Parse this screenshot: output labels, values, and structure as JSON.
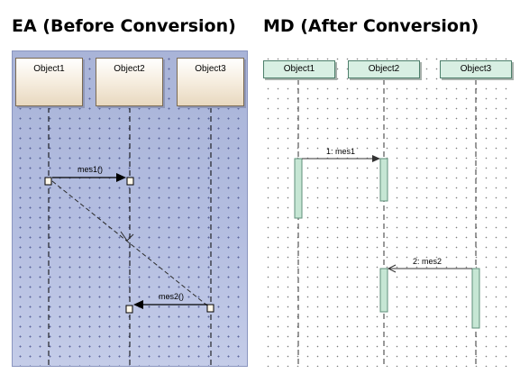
{
  "ea": {
    "heading": "EA (Before Conversion)",
    "objects": [
      "Object1",
      "Object2",
      "Object3"
    ],
    "messages": [
      "mes1()",
      "mes2()"
    ]
  },
  "md": {
    "heading": "MD (After Conversion)",
    "objects": [
      "Object1",
      "Object2",
      "Object3"
    ],
    "messages": [
      "1: mes1",
      "2: mes2"
    ]
  },
  "colors": {
    "ea_background": "#b3bde0",
    "ea_object_fill": "#f2e6d2",
    "md_object_fill": "#d8efe3",
    "md_activation_fill": "#c6e6d4"
  }
}
